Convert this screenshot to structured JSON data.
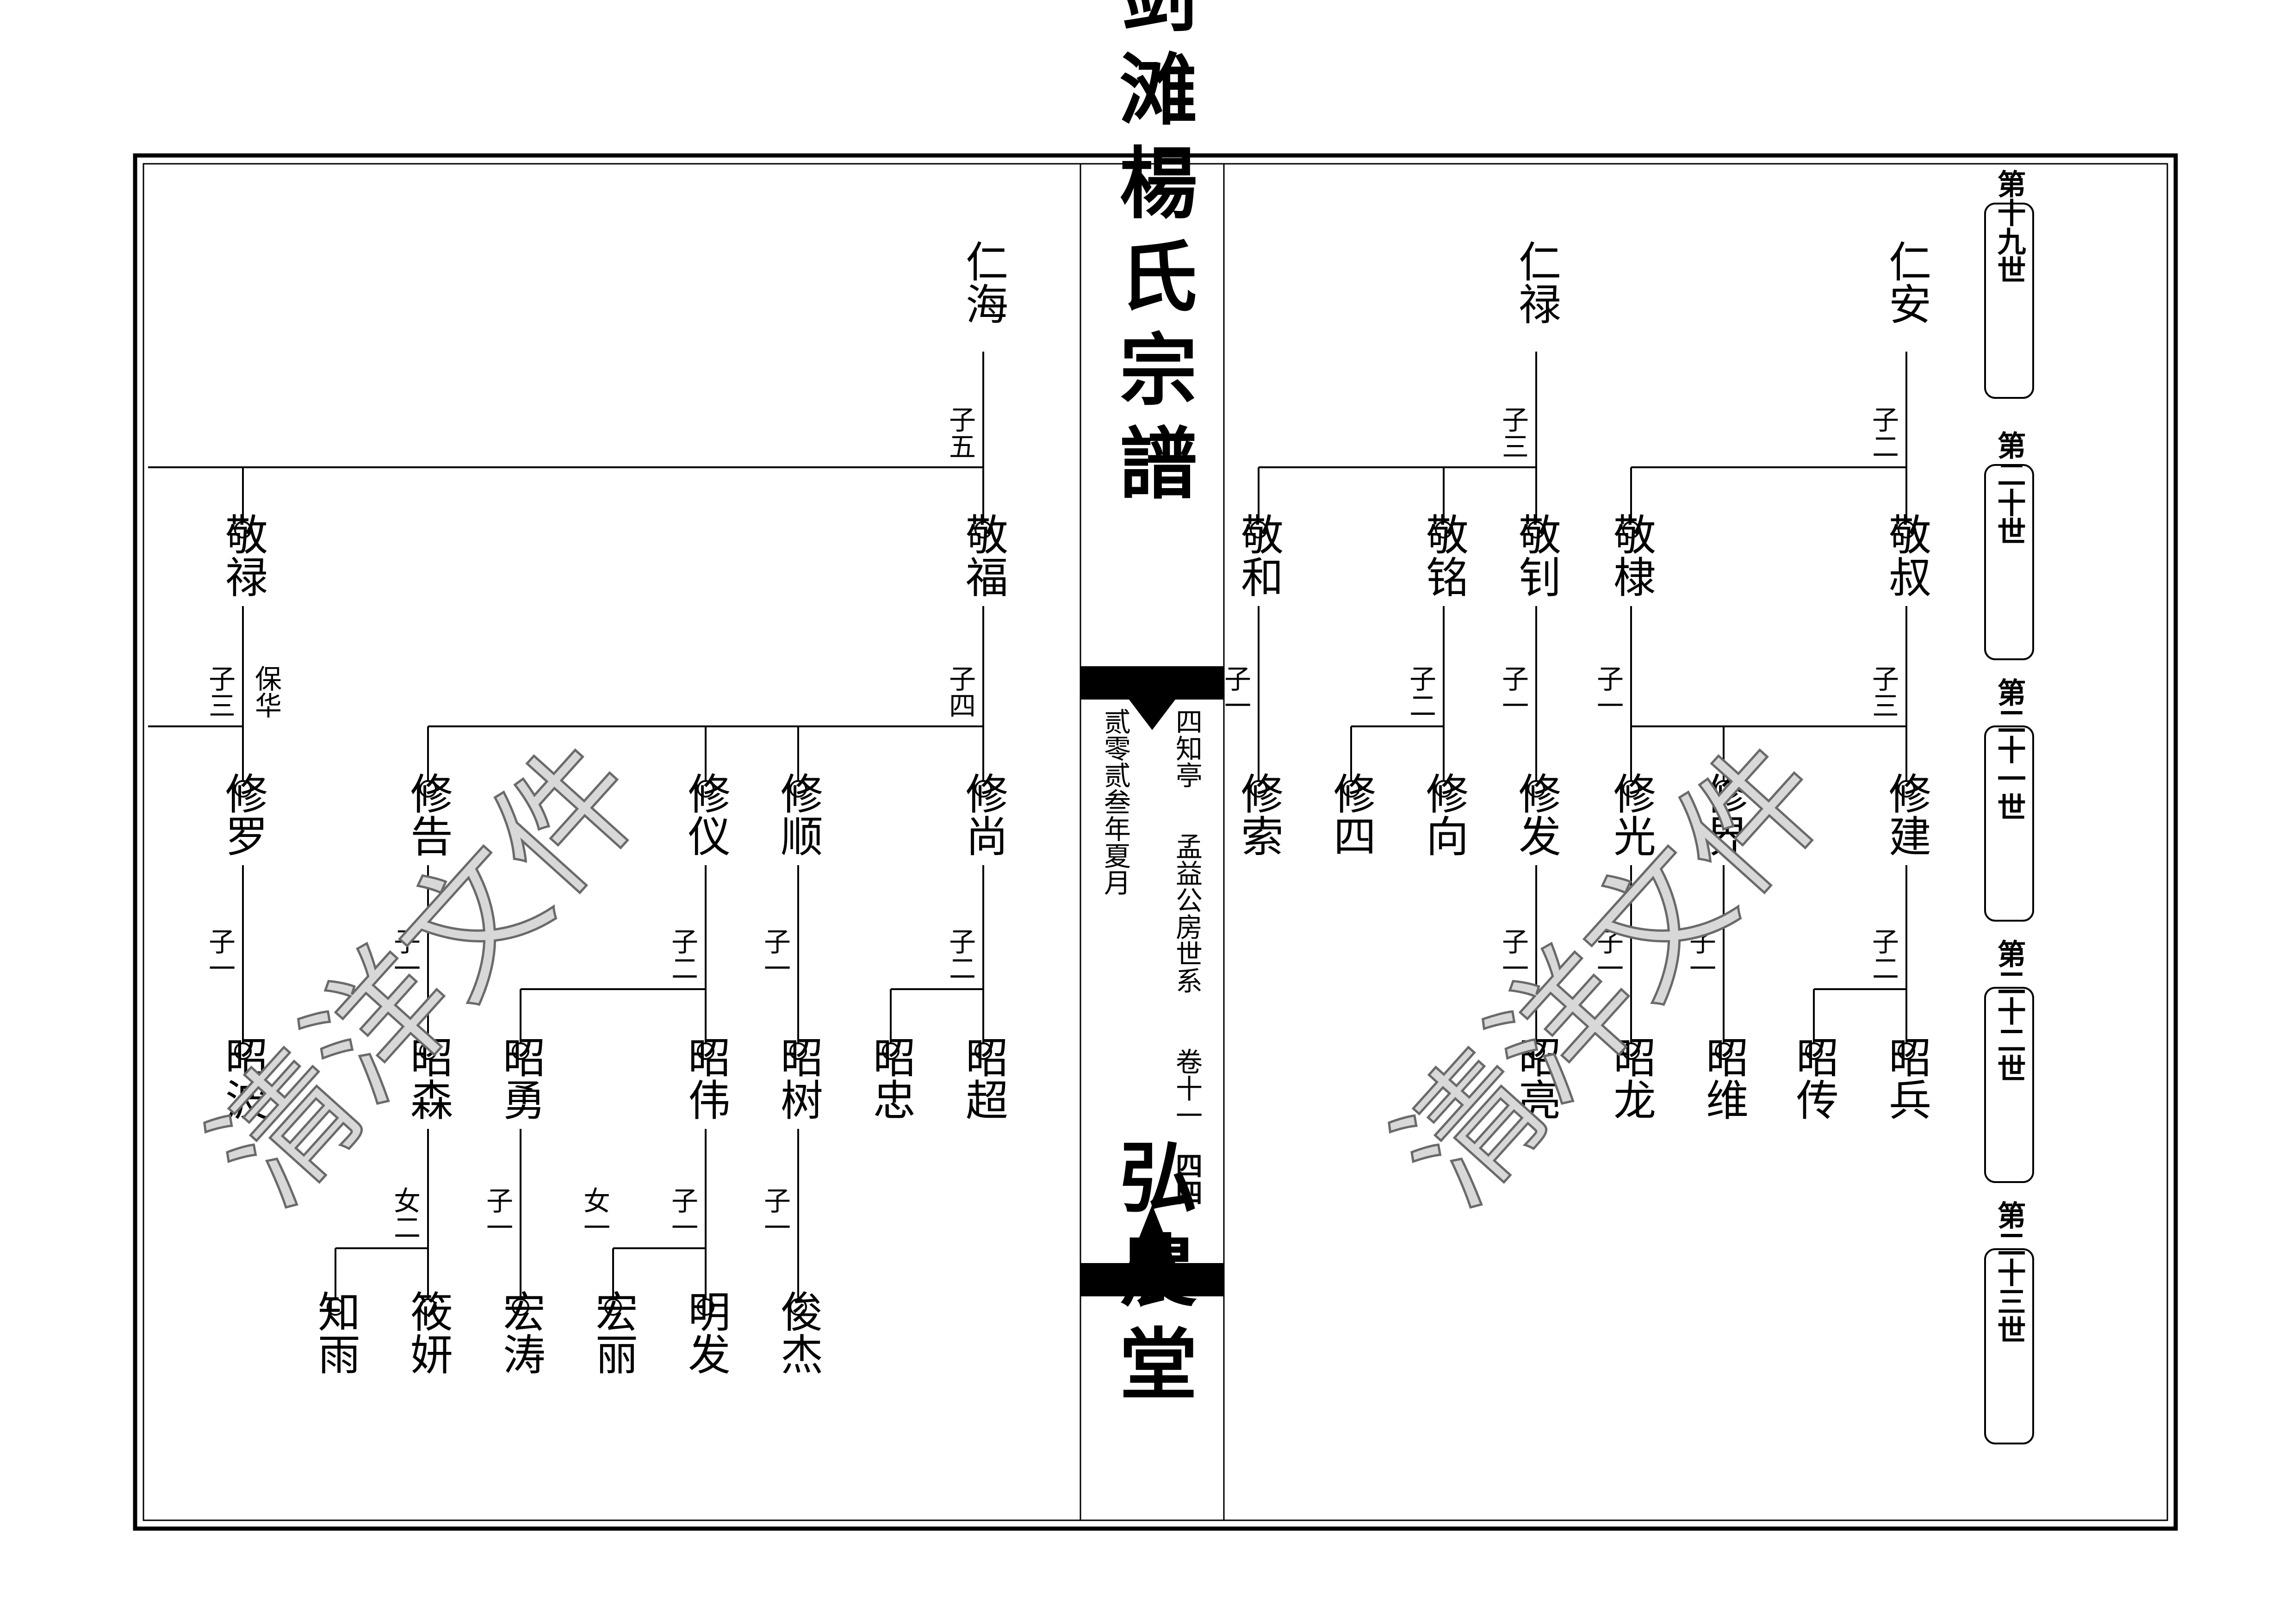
{
  "book": {
    "title": "剑滩楊氏宗譜",
    "hall": "弘農堂",
    "house": "四知亭",
    "branch": "孟益公房世系",
    "volume": "卷十一",
    "page": "四四",
    "date": "贰零贰叁年夏月"
  },
  "watermark": "清洋文件",
  "generations": [
    "第十九世",
    "第二十世",
    "第二十一世",
    "第二十二世",
    "第二十三世"
  ],
  "persons": [
    {
      "id": "renan",
      "name": "仁安"
    },
    {
      "id": "renlu",
      "name": "仁禄"
    },
    {
      "id": "renhai",
      "name": "仁海"
    },
    {
      "id": "jingshu",
      "name": "敬叔"
    },
    {
      "id": "jingdi",
      "name": "敬棣"
    },
    {
      "id": "jingzhao",
      "name": "敬钊"
    },
    {
      "id": "jingming",
      "name": "敬铭"
    },
    {
      "id": "jinghe",
      "name": "敬和"
    },
    {
      "id": "jingfu",
      "name": "敬福"
    },
    {
      "id": "jinglu",
      "name": "敬禄"
    },
    {
      "id": "xiujian",
      "name": "修建"
    },
    {
      "id": "xiujie",
      "name": "修界"
    },
    {
      "id": "xiuguang",
      "name": "修光"
    },
    {
      "id": "xiufa",
      "name": "修发"
    },
    {
      "id": "xiuxiang",
      "name": "修向"
    },
    {
      "id": "xiusi",
      "name": "修四"
    },
    {
      "id": "xiusuo",
      "name": "修索"
    },
    {
      "id": "xiushang",
      "name": "修尚"
    },
    {
      "id": "xiushun",
      "name": "修顺"
    },
    {
      "id": "xiuyi",
      "name": "修仪"
    },
    {
      "id": "xiugao",
      "name": "修告"
    },
    {
      "id": "xiuluo",
      "name": "修罗"
    },
    {
      "id": "zhaobing",
      "name": "昭兵"
    },
    {
      "id": "zhaochuan",
      "name": "昭传"
    },
    {
      "id": "zhaowei",
      "name": "昭维"
    },
    {
      "id": "zhaolong",
      "name": "昭龙"
    },
    {
      "id": "zhaoliang",
      "name": "昭亮"
    },
    {
      "id": "zhaochao",
      "name": "昭超"
    },
    {
      "id": "zhaozhong",
      "name": "昭忠"
    },
    {
      "id": "zhaoshu",
      "name": "昭树"
    },
    {
      "id": "zhaowei2",
      "name": "昭伟"
    },
    {
      "id": "zhaoyong",
      "name": "昭勇"
    },
    {
      "id": "zhaosen",
      "name": "昭森"
    },
    {
      "id": "zhaobo",
      "name": "昭波"
    },
    {
      "id": "junjie",
      "name": "俊杰"
    },
    {
      "id": "mingfa",
      "name": "明发"
    },
    {
      "id": "hongli",
      "name": "宏丽"
    },
    {
      "id": "hongtao",
      "name": "宏涛"
    },
    {
      "id": "xiaoyan",
      "name": "筱妍"
    },
    {
      "id": "zhiyu",
      "name": "知雨"
    }
  ],
  "marks": [
    {
      "id": "renan",
      "text": "子二"
    },
    {
      "id": "renlu",
      "text": "子三"
    },
    {
      "id": "renhai",
      "text": "子五"
    },
    {
      "id": "jingshu",
      "text": "子三"
    },
    {
      "id": "jingdi",
      "text": "子一"
    },
    {
      "id": "jingzhao",
      "text": "子一"
    },
    {
      "id": "jingming",
      "text": "子二"
    },
    {
      "id": "jinghe",
      "text": "子一"
    },
    {
      "id": "jingfu",
      "text": "子四"
    },
    {
      "id": "jinglu",
      "text": "子三"
    },
    {
      "id": "xiujian",
      "text": "子二"
    },
    {
      "id": "xiujie",
      "text": "子一"
    },
    {
      "id": "xiuguang",
      "text": "子一"
    },
    {
      "id": "xiufa",
      "text": "子一"
    },
    {
      "id": "xiushang",
      "text": "子二"
    },
    {
      "id": "xiushun",
      "text": "子一"
    },
    {
      "id": "xiuyi",
      "text": "子二"
    },
    {
      "id": "xiugao",
      "text": "子一"
    },
    {
      "id": "xiuluo",
      "text": "子一"
    },
    {
      "id": "zhaoshu",
      "text": "子一"
    },
    {
      "id": "zhaowei2",
      "text": "子一"
    },
    {
      "id": "zhaowei2_daughter",
      "text": "女一"
    },
    {
      "id": "zhaoyong",
      "text": "子一"
    },
    {
      "id": "zhaosen",
      "text": "女二"
    }
  ],
  "annotations": [
    {
      "id": "jinglu_note",
      "text": "保华"
    }
  ]
}
